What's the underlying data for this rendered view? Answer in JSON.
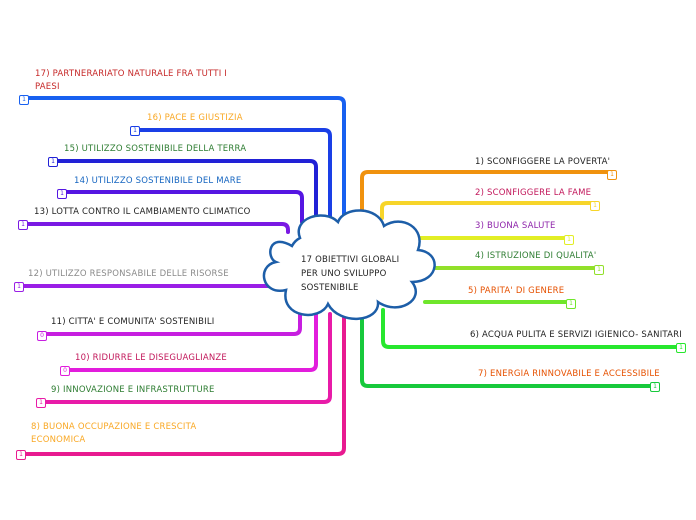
{
  "central": "17 OBIETTIVI GLOBALI PER UNO SVILUPPO SOSTENIBILE",
  "branches": [
    {
      "id": "r1",
      "label": "1) SCONFIGGERE LA POVERTA'",
      "color": "#f0920e",
      "count": "1"
    },
    {
      "id": "r2",
      "label": "2) SCONFIGGERE LA FAME",
      "color": "#f7d52a",
      "count": "1"
    },
    {
      "id": "r3",
      "label": "3) BUONA SALUTE",
      "color": "#e2ee25",
      "count": "1"
    },
    {
      "id": "r4",
      "label": "4) ISTRUZIONE DI QUALITA'",
      "color": "#92e02a",
      "count": "1"
    },
    {
      "id": "r5",
      "label": "5) PARITA' DI GENERE",
      "color": "#6fe62b",
      "count": "1"
    },
    {
      "id": "r6",
      "label": "6) ACQUA PULITA E SERVIZI IGIENICO- SANITARI",
      "color": "#27e72e",
      "count": "1"
    },
    {
      "id": "r7",
      "label": "7) ENERGIA RINNOVABILE E ACCESSIBILE",
      "color": "#17c93c",
      "count": "1"
    },
    {
      "id": "l17",
      "label": "17) PARTNERARIATO NATURALE FRA TUTTI I PAESI",
      "color": "#1860f0",
      "count": "1"
    },
    {
      "id": "l16",
      "label": "16) PACE E GIUSTIZIA",
      "color": "#1a3fe6",
      "count": "1"
    },
    {
      "id": "l15",
      "label": "15) UTILIZZO SOSTENIBILE DELLA TERRA",
      "color": "#2121d6",
      "count": "1"
    },
    {
      "id": "l14",
      "label": "14) UTILIZZO SOSTENIBILE DEL MARE",
      "color": "#5516e2",
      "count": "1"
    },
    {
      "id": "l13",
      "label": "13) LOTTA CONTRO IL CAMBIAMENTO CLIMATICO",
      "color": "#7a19e3",
      "count": "1"
    },
    {
      "id": "l12",
      "label": "12) UTILIZZO RESPONSABILE DELLE RISORSE",
      "color": "#9a1ee6",
      "count": "1"
    },
    {
      "id": "l11",
      "label": "11) CITTA' E COMUNITA' SOSTENIBILI",
      "color": "#c71ee0",
      "count": "0"
    },
    {
      "id": "l10",
      "label": "10) RIDURRE LE DISEGUAGLIANZE",
      "color": "#e21ddc",
      "count": "0"
    },
    {
      "id": "l9",
      "label": "9) INNOVAZIONE E INFRASTRUTTURE",
      "color": "#e81ba8",
      "count": "1"
    },
    {
      "id": "l8",
      "label": "8) BUONA OCCUPAZIONE E CRESCITA ECONOMICA",
      "color": "#e81a90",
      "count": "1"
    }
  ],
  "label_colors": {
    "r1": "#222222",
    "r2": "#c2185b",
    "r3": "#8e24aa",
    "r4": "#2e7d32",
    "r5": "#e65100",
    "r6": "#222222",
    "r7": "#e65100",
    "l17": "#c62828",
    "l16": "#f9a825",
    "l15": "#2e7d32",
    "l14": "#1565c0",
    "l13": "#222222",
    "l12": "#8a8a8a",
    "l11": "#222222",
    "l10": "#c2185b",
    "l9": "#2e7d32",
    "l8": "#f9a825"
  }
}
